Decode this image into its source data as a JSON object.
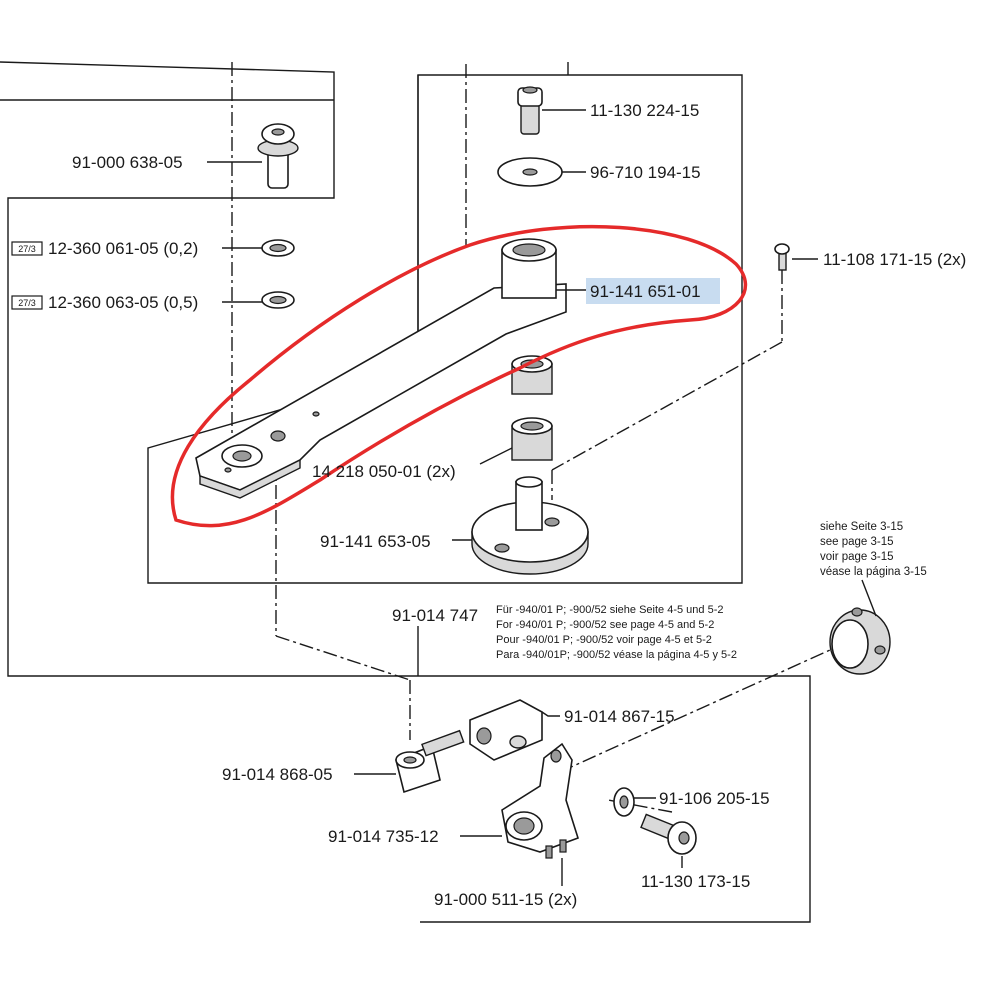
{
  "colors": {
    "highlight": "#c8dcf0",
    "circle": "#e52a2a",
    "ink": "#1a1a1a"
  },
  "labels": {
    "p_11_130_224": "11-130 224-15",
    "p_96_710_194": "96-710 194-15",
    "p_91_000_638": "91-000 638-05",
    "p_11_108_171": "11-108 171-15 (2x)",
    "p_12_360_061": "12-360 061-05 (0,2)",
    "p_12_360_063": "12-360 063-05 (0,5)",
    "p_91_141_651": "91-141 651-01",
    "p_14_218_050": "14 218 050-01 (2x)",
    "p_91_141_653": "91-141 653-05",
    "p_91_014_747": "91-014 747",
    "p_91_014_867": "91-014 867-15",
    "p_91_014_868": "91-014 868-05",
    "p_91_106_205": "91-106 205-15",
    "p_91_014_735": "91-014 735-12",
    "p_11_130_173": "11-130 173-15",
    "p_91_000_511": "91-000 511-15 (2x)"
  },
  "badge": "27/3",
  "note_seite": [
    "siehe Seite 3-15",
    "see page 3-15",
    "voir page 3-15",
    "véase la página 3-15"
  ],
  "note_fuer": [
    "Für -940/01 P; -900/52 siehe Seite 4-5 und 5-2",
    "For -940/01 P; -900/52 see page 4-5 and 5-2",
    "Pour -940/01 P; -900/52 voir page 4-5 et 5-2",
    "Para -940/01P; -900/52 véase la página 4-5 y 5-2"
  ]
}
